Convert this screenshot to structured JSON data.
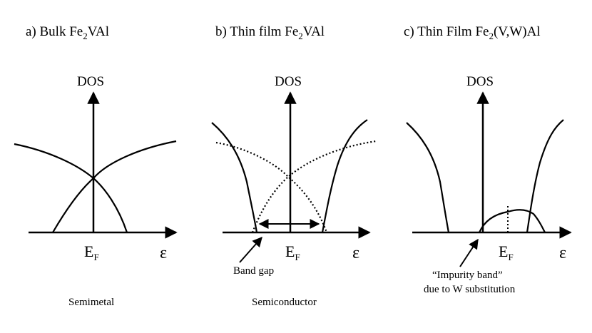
{
  "panels": [
    {
      "title_prefix": "a) Bulk Fe",
      "title_sub": "2",
      "title_suffix": "VAl",
      "dos_label": "DOS",
      "ef_main": "E",
      "ef_sub": "F",
      "eps_label": "ε",
      "caption": "Semimetal"
    },
    {
      "title_prefix": "b) Thin film Fe",
      "title_sub": "2",
      "title_suffix": "VAl",
      "dos_label": "DOS",
      "ef_main": "E",
      "ef_sub": "F",
      "eps_label": "ε",
      "note": "Band gap",
      "caption": "Semiconductor"
    },
    {
      "title_prefix": "c) Thin Film Fe",
      "title_sub": "2",
      "title_suffix": "(V,W)Al",
      "dos_label": "DOS",
      "ef_main": "E",
      "ef_sub": "F",
      "eps_label": "ε",
      "note_line1": "“Impurity band”",
      "note_line2": "due to W substitution"
    }
  ]
}
